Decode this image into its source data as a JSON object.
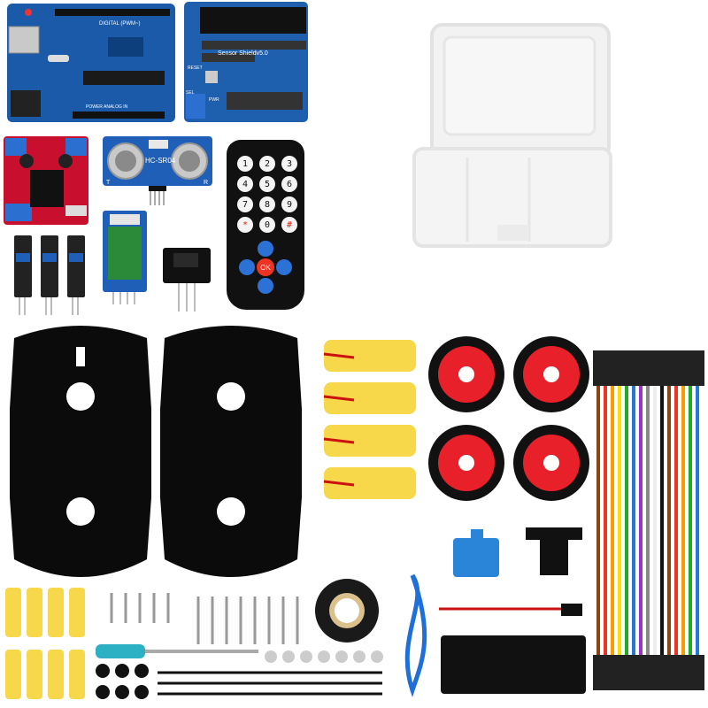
{
  "uno": {
    "label_top": "DIGITAL (PWM~)",
    "label_bottom": "POWER   ANALOG IN"
  },
  "shield": {
    "title": "Sensor Shieldv5.0",
    "reset": "RESET",
    "sel": "SEL",
    "pwr": "PWR"
  },
  "ultrasonic": {
    "model": "HC-SR04",
    "t": "T",
    "r": "R"
  },
  "remote": {
    "keys": [
      "1",
      "2",
      "3",
      "4",
      "5",
      "6",
      "7",
      "8",
      "9",
      "*",
      "0",
      "#"
    ],
    "ok": "OK"
  },
  "colors": {
    "uno_blue": "#1b5aa8",
    "driver_red": "#c8102e",
    "wheel_red": "#e8202a",
    "motor_yellow": "#f6d84a",
    "tire_black": "#111111"
  },
  "icons": [
    "arduino-board",
    "sensor-shield",
    "motor-driver",
    "ultrasonic-sensor",
    "ir-remote",
    "bluetooth-module",
    "line-sensor",
    "ir-receiver",
    "storage-box",
    "chassis-plate",
    "gear-motor",
    "wheel",
    "jumper-wires",
    "servo",
    "battery-box",
    "usb-cable",
    "screwdriver",
    "screws",
    "electrical-tape",
    "copper-pillars",
    "cable-ties",
    "nuts",
    "washers"
  ]
}
